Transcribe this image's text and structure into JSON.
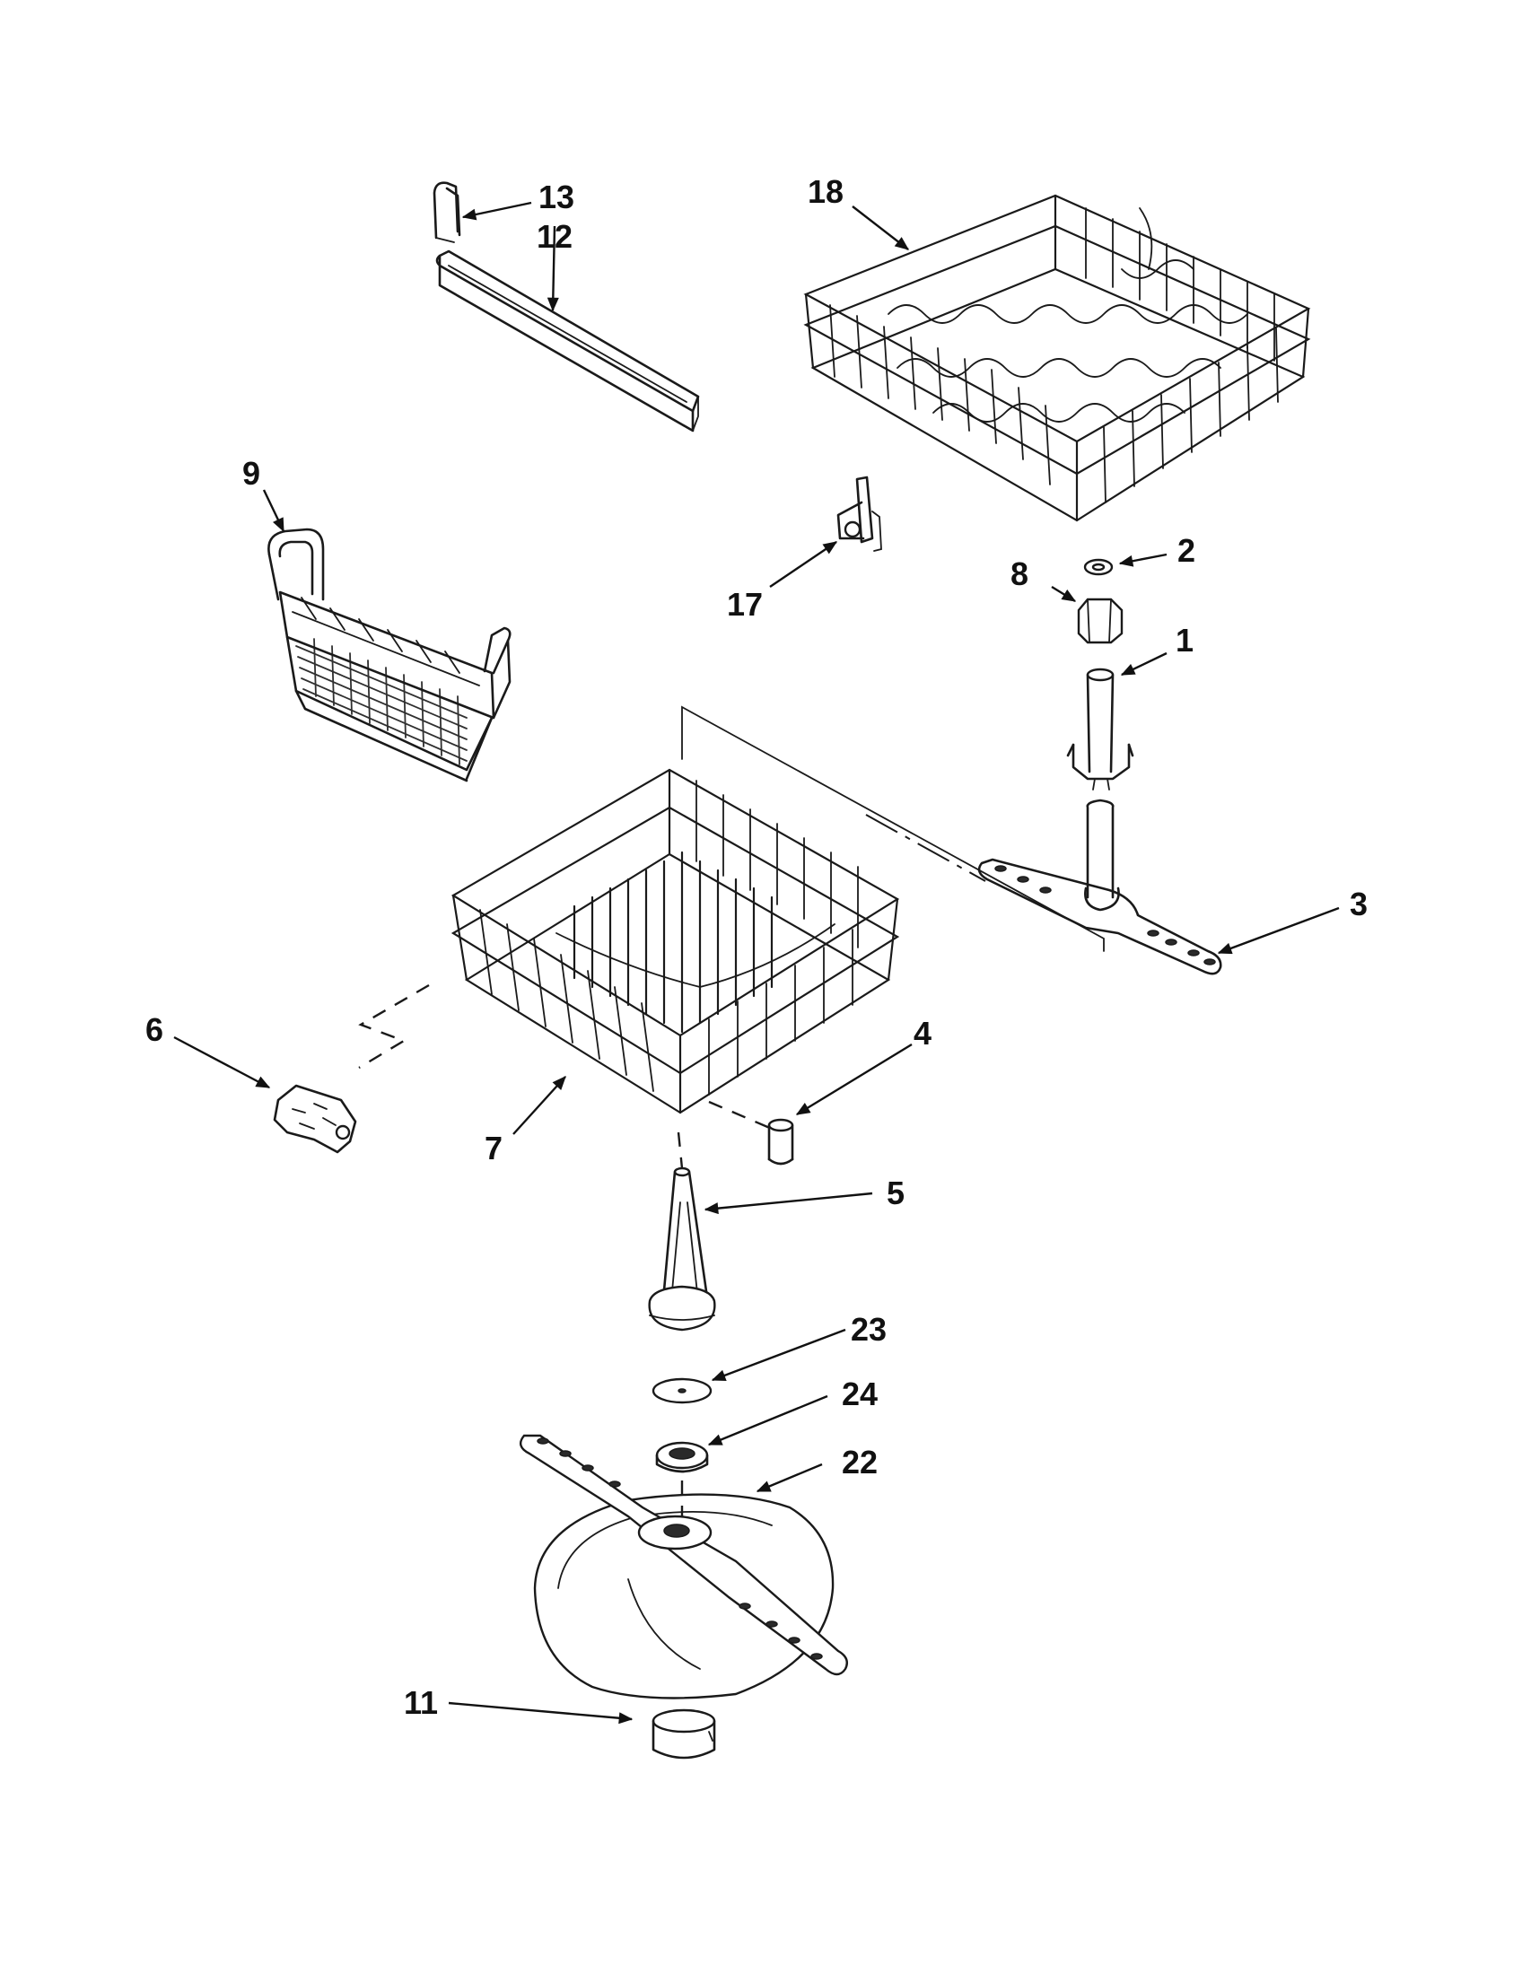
{
  "callouts": [
    {
      "id": "c13",
      "text": "13"
    },
    {
      "id": "c12",
      "text": "12"
    },
    {
      "id": "c18",
      "text": "18"
    },
    {
      "id": "c9",
      "text": "9"
    },
    {
      "id": "c2",
      "text": "2"
    },
    {
      "id": "c8",
      "text": "8"
    },
    {
      "id": "c17",
      "text": "17"
    },
    {
      "id": "c1",
      "text": "1"
    },
    {
      "id": "c3",
      "text": "3"
    },
    {
      "id": "c6",
      "text": "6"
    },
    {
      "id": "c4",
      "text": "4"
    },
    {
      "id": "c7",
      "text": "7"
    },
    {
      "id": "c5",
      "text": "5"
    },
    {
      "id": "c23",
      "text": "23"
    },
    {
      "id": "c24",
      "text": "24"
    },
    {
      "id": "c22",
      "text": "22"
    },
    {
      "id": "c11",
      "text": "11"
    }
  ]
}
